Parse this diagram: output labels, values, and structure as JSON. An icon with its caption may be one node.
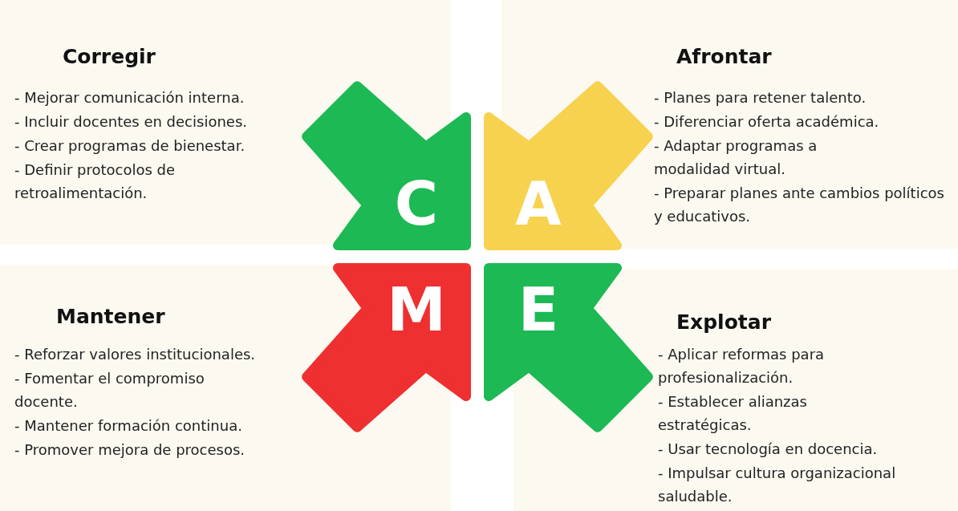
{
  "diagram": {
    "nodes": [
      {
        "text": [
          "Corregir",
          "- Mejorar comunicación interna.",
          "- Incluir docentes en decisiones.",
          "- Crear programas de bienestar.",
          "- Definir protocolos de retroalimentación."
        ]
      },
      {
        "text": [
          "C"
        ]
      },
      {
        "text": [
          "A"
        ]
      },
      {
        "text": [
          "Afrontar",
          "- Planes para retener talento.",
          "- Diferenciar oferta académica.",
          "- Adaptar programas a modalidad virtual.",
          "- Preparar planes ante cambios políticos y educativos."
        ]
      },
      {
        "text": [
          "Mantener",
          "- Reforzar valores institucionales.",
          "- Fomentar el compromiso docente.",
          "- Mantener formación continua.",
          "- Promover mejora de procesos."
        ]
      },
      {
        "text": [
          "M"
        ]
      },
      {
        "text": [
          "E"
        ]
      },
      {
        "text": [
          "Explotar",
          "- Aplicar reformas para profesionalización.",
          "- Establecer alianzas estratégicas.",
          "- Usar tecnología en docencia.",
          "- Impulsar cultura organizacional saludable."
        ]
      }
    ]
  }
}
